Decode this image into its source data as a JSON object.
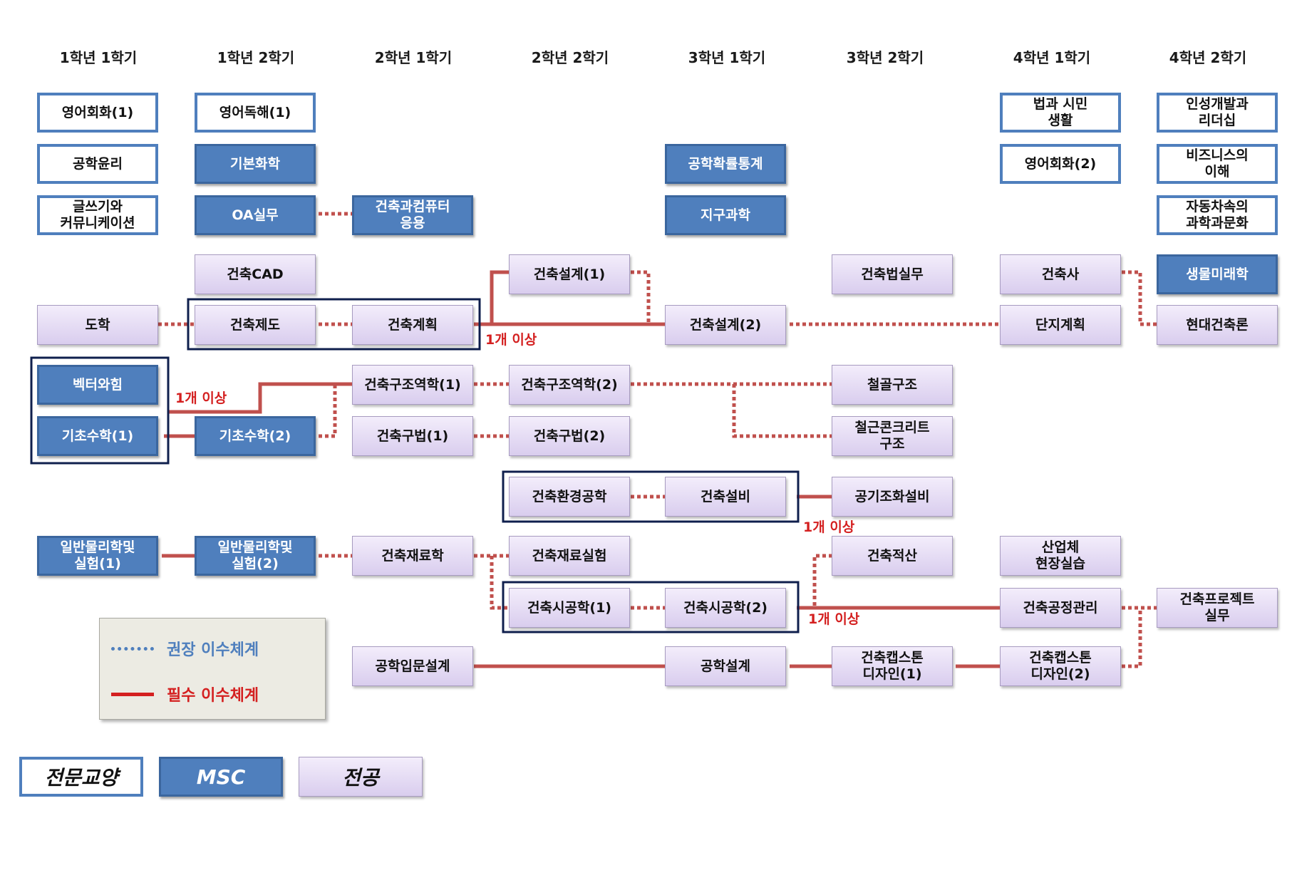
{
  "semesters": [
    "1학년 1학기",
    "1학년 2학기",
    "2학년 1학기",
    "2학년 2학기",
    "3학년 1학기",
    "3학년 2학기",
    "4학년 1학기",
    "4학년 2학기"
  ],
  "courses": {
    "c_eng_conv1": "영어회화(1)",
    "c_ethics": "공학윤리",
    "c_writing": "글쓰기와\n커뮤니케이션",
    "c_eng_read1": "영어독해(1)",
    "c_chem": "기본화학",
    "c_oa": "OA실무",
    "c_archcomp": "건축과컴퓨터\n응용",
    "c_prob": "공학확률통계",
    "c_earth": "지구과학",
    "c_lawcitizen": "법과 시민\n생활",
    "c_eng_conv2": "영어회화(2)",
    "c_leader": "인성개발과\n리더십",
    "c_business": "비즈니스의\n이해",
    "c_auto": "자동차속의\n과학과문화",
    "c_cad": "건축CAD",
    "c_design1": "건축설계(1)",
    "c_archlaw": "건축법실무",
    "c_architect": "건축사",
    "c_biofuture": "생물미래학",
    "c_drawing": "도학",
    "c_system": "건축제도",
    "c_planning": "건축계획",
    "c_design2": "건축설계(2)",
    "c_site": "단지계획",
    "c_modern": "현대건축론",
    "c_vector": "벡터와힘",
    "c_struct1": "건축구조역학(1)",
    "c_struct2": "건축구조역학(2)",
    "c_steel": "철골구조",
    "c_math1": "기초수학(1)",
    "c_math2": "기초수학(2)",
    "c_const1": "건축구법(1)",
    "c_const2": "건축구법(2)",
    "c_rc": "철근콘크리트\n구조",
    "c_env": "건축환경공학",
    "c_equip": "건축설비",
    "c_hvac": "공기조화설비",
    "c_phys1": "일반물리학및\n실험(1)",
    "c_phys2": "일반물리학및\n실험(2)",
    "c_mat": "건축재료학",
    "c_matlab": "건축재료실험",
    "c_estimate": "건축적산",
    "c_field": "산업체\n현장실습",
    "c_build1": "건축시공학(1)",
    "c_build2": "건축시공학(2)",
    "c_process": "건축공정관리",
    "c_project": "건축프로젝트\n실무",
    "c_intro": "공학입문설계",
    "c_engdesign": "공학설계",
    "c_cap1": "건축캡스톤\n디자인(1)",
    "c_cap2": "건축캡스톤\n디자인(2)"
  },
  "labels": {
    "one_plus_a": "1개 이상",
    "one_plus_b": "1개 이상",
    "one_plus_c": "1개 이상",
    "one_plus_d": "1개 이상"
  },
  "legend": {
    "recommended": "권장 이수체계",
    "required": "필수 이수체계"
  },
  "categories": {
    "general": "전문교양",
    "msc": "MSC",
    "major": "전공"
  },
  "colors": {
    "required_line": "#c0504d",
    "recommended_line": "#c0504d",
    "legend_recommended": "#4f7fbd",
    "legend_required": "#d42020",
    "label_red": "#d42020",
    "msc_blue": "#4f7fbd"
  }
}
